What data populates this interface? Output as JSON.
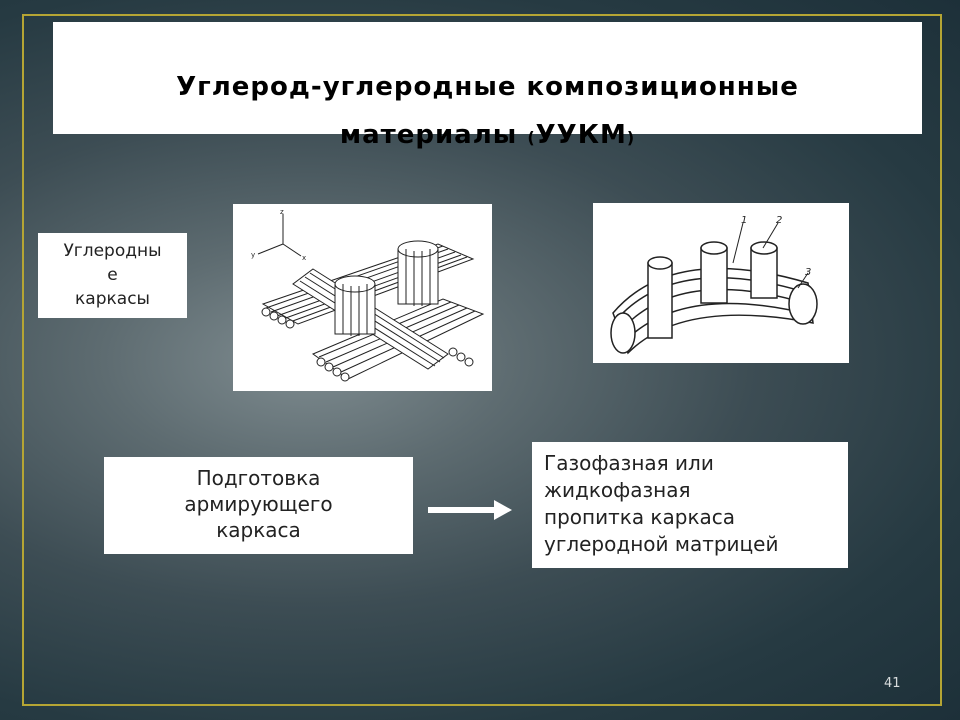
{
  "slide": {
    "title_line1": "Углерод-углеродные  композиционные",
    "title_line2_text": "материалы ",
    "title_open": "(",
    "title_abbr": "УУКМ",
    "title_close": ")",
    "frames_label": [
      "Углеродны",
      "е",
      "каркасы"
    ],
    "step1_lines": [
      "Подготовка",
      "армирующего",
      "каркаса"
    ],
    "step2_lines": [
      "Газофазная или",
      "жидкофазная",
      "пропитка каркаса",
      "углеродной матрицей"
    ],
    "figure2_labels": [
      "1",
      "2",
      "3"
    ],
    "axis_labels": [
      "z",
      "y",
      "x"
    ],
    "page_number": "41"
  },
  "colors": {
    "border": "#b5a534",
    "arrow": "#ffffff"
  },
  "icons": {
    "arrow": "right-arrow-icon"
  }
}
